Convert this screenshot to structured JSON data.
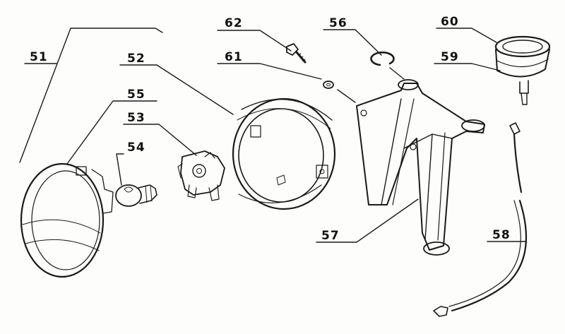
{
  "diagram": {
    "callouts": [
      {
        "id": "p51",
        "number": "51"
      },
      {
        "id": "p52",
        "number": "52"
      },
      {
        "id": "p53",
        "number": "53"
      },
      {
        "id": "p54",
        "number": "54"
      },
      {
        "id": "p55",
        "number": "55"
      },
      {
        "id": "p56",
        "number": "56"
      },
      {
        "id": "p57",
        "number": "57"
      },
      {
        "id": "p58",
        "number": "58"
      },
      {
        "id": "p59",
        "number": "59"
      },
      {
        "id": "p60",
        "number": "60"
      },
      {
        "id": "p61",
        "number": "61"
      },
      {
        "id": "p62",
        "number": "62"
      }
    ]
  }
}
